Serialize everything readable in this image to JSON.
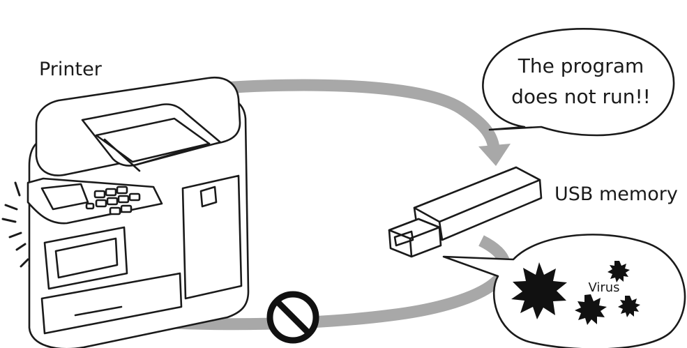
{
  "labels": {
    "printer": "Printer",
    "usb": "USB memory"
  },
  "speech_bubble": {
    "line1": "The program",
    "line2": "does not run!!"
  },
  "virus_bubble": {
    "label": "Virus"
  },
  "colors": {
    "arrow": "#a8a8a8",
    "outline": "#1a1a1a",
    "fill": "#ffffff"
  },
  "icons": [
    "printer-icon",
    "usb-memory-icon",
    "prohibited-icon",
    "virus-icon",
    "speech-bubble-icon",
    "alert-burst-icon"
  ]
}
